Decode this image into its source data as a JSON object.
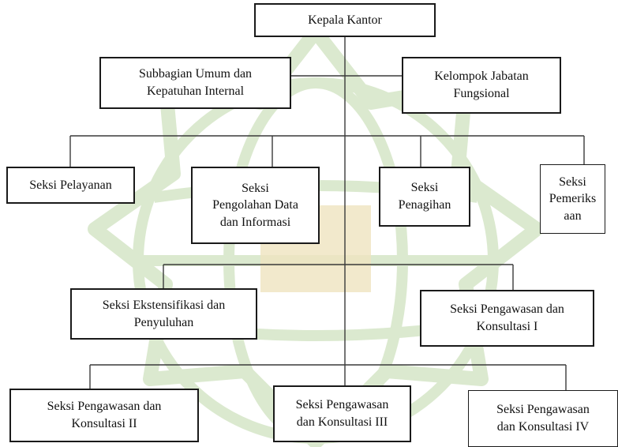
{
  "org_chart": {
    "head": "Kepala Kantor",
    "staff_left": "Subbagian Umum dan\nKepatuhan Internal",
    "staff_right": "Kelompok Jabatan\nFungsional",
    "tier1": {
      "pelayanan": "Seksi Pelayanan",
      "pengolahan_data": "Seksi\nPengolahan Data\ndan Informasi",
      "penagihan": "Seksi\nPenagihan",
      "pemeriksaan": "Seksi\nPemeriks\naan"
    },
    "tier2": {
      "ekstensifikasi": "Seksi Ekstensifikasi dan\nPenyuluhan",
      "pengawasan_1": "Seksi Pengawasan dan\nKonsultasi I"
    },
    "tier3": {
      "pengawasan_2": "Seksi Pengawasan dan\nKonsultasi II",
      "pengawasan_3": "Seksi Pengawasan\ndan Konsultasi III",
      "pengawasan_4": "Seksi Pengawasan\ndan Konsultasi IV"
    }
  },
  "style": {
    "line_color": "#3a3a3a",
    "box_border": "#1a1a1a",
    "watermark_color": "#dbe9cf",
    "watermark_accent": "#efe3bf"
  }
}
